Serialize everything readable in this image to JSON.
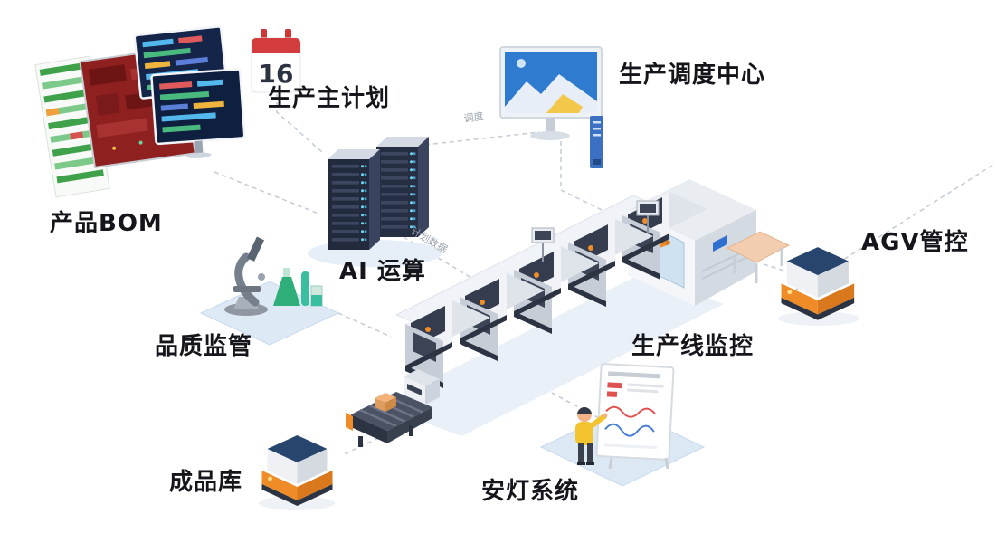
{
  "nodes": {
    "product_bom": {
      "label": "产品BOM"
    },
    "master_plan": {
      "label": "生产主计划"
    },
    "dispatch_center": {
      "label": "生产调度中心"
    },
    "ai_compute": {
      "label": "AI 运算"
    },
    "agv_control": {
      "label": "AGV管控"
    },
    "quality_supervision": {
      "label": "品质监管"
    },
    "line_monitoring": {
      "label": "生产线监控"
    },
    "finished_goods_warehouse": {
      "label": "成品库"
    },
    "andon_system": {
      "label": "安灯系统"
    }
  },
  "edge_labels": {
    "dispatch": "调度",
    "plan_data": "计划数据"
  },
  "calendar": {
    "day": "16"
  },
  "edges": [
    {
      "from": "product_bom",
      "to": "ai_compute"
    },
    {
      "from": "master_plan",
      "to": "ai_compute"
    },
    {
      "from": "ai_compute",
      "to": "dispatch_center",
      "label": "调度"
    },
    {
      "from": "dispatch_center",
      "to": "line_monitoring"
    },
    {
      "from": "ai_compute",
      "to": "line_monitoring",
      "label": "计划数据"
    },
    {
      "from": "quality_supervision",
      "to": "line_monitoring"
    },
    {
      "from": "line_monitoring",
      "to": "finished_goods_warehouse"
    },
    {
      "from": "andon_system",
      "to": "line_monitoring"
    },
    {
      "from": "line_monitoring",
      "to": "agv_control"
    }
  ],
  "colors": {
    "label": "#15161c",
    "edge_label": "#9aa3ae",
    "accent_orange": "#f08c28",
    "alert_red": "#d23c3c",
    "screen_blue": "#2f7bd0",
    "server_navy": "#232b3e",
    "platform_blue": "#dce8f4",
    "agv_navy": "#28456e"
  }
}
